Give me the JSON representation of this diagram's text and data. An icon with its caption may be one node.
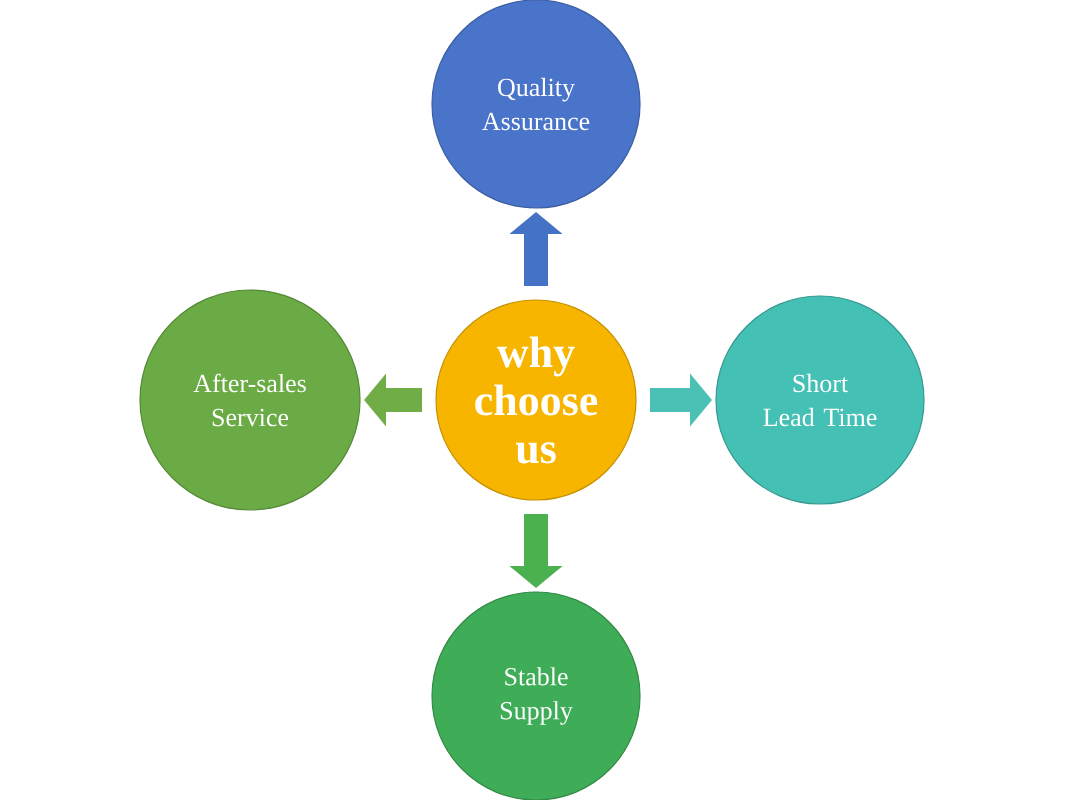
{
  "diagram": {
    "nodes": [
      {
        "text": [
          "Quality Assurance"
        ]
      },
      {
        "text": [
          "After-sales Service"
        ]
      },
      {
        "text": [
          "why choose us"
        ]
      },
      {
        "text": [
          "Short Lead Time"
        ]
      },
      {
        "text": [
          "Stable Supply"
        ]
      }
    ],
    "edges": [
      {
        "from": 2,
        "to": 0,
        "arrow": "to",
        "color": "#4472c4"
      },
      {
        "from": 2,
        "to": 1,
        "arrow": "to",
        "color": "#70ad47"
      },
      {
        "from": 2,
        "to": 3,
        "arrow": "to",
        "color": "#4bc0b5"
      },
      {
        "from": 2,
        "to": 4,
        "arrow": "to",
        "color": "#4caf50"
      }
    ]
  }
}
